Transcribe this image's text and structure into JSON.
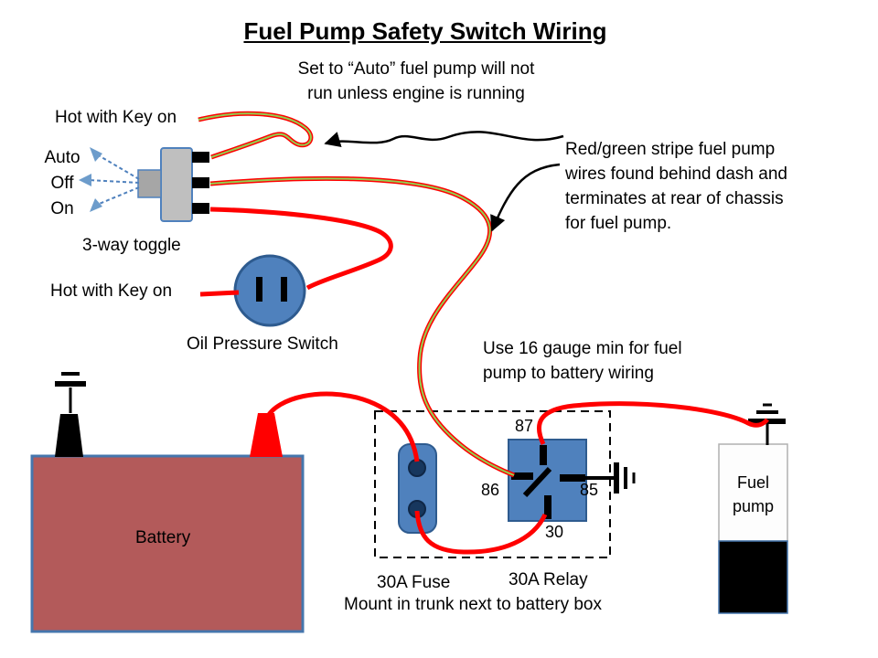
{
  "title": "Fuel Pump Safety Switch Wiring",
  "subtitle": {
    "line1": "Set to “Auto” fuel pump will not",
    "line2": "run unless engine is running"
  },
  "labels": {
    "hot_with_key_top": "Hot with Key on",
    "toggle_positions": {
      "auto": "Auto",
      "off": "Off",
      "on": "On"
    },
    "toggle_name": "3-way toggle",
    "hot_with_key_bottom": "Hot with Key on",
    "oil_pressure_switch": "Oil Pressure Switch",
    "battery": "Battery",
    "fuel_pump": "Fuel pump",
    "fuse": "30A Fuse",
    "relay": "30A Relay",
    "mount_note": "Mount in trunk next to battery box"
  },
  "notes": {
    "stripe_wire": "Red/green stripe fuel pump wires found behind dash and terminates at rear of chassis for fuel pump.",
    "wire_gauge": "Use 16 gauge min for fuel pump to battery wiring"
  },
  "relay_pins": {
    "pin_top": "87",
    "pin_left": "86",
    "pin_right": "85",
    "pin_bottom": "30"
  },
  "colors": {
    "wire_red": "#ff0000",
    "wire_green_stripe": "#92d050",
    "component_blue": "#4f81bd",
    "component_border": "#2e5b8f",
    "battery_red": "#b35a5a",
    "toggle_gray": "#bfbfbf",
    "annotation_black": "#000000"
  }
}
